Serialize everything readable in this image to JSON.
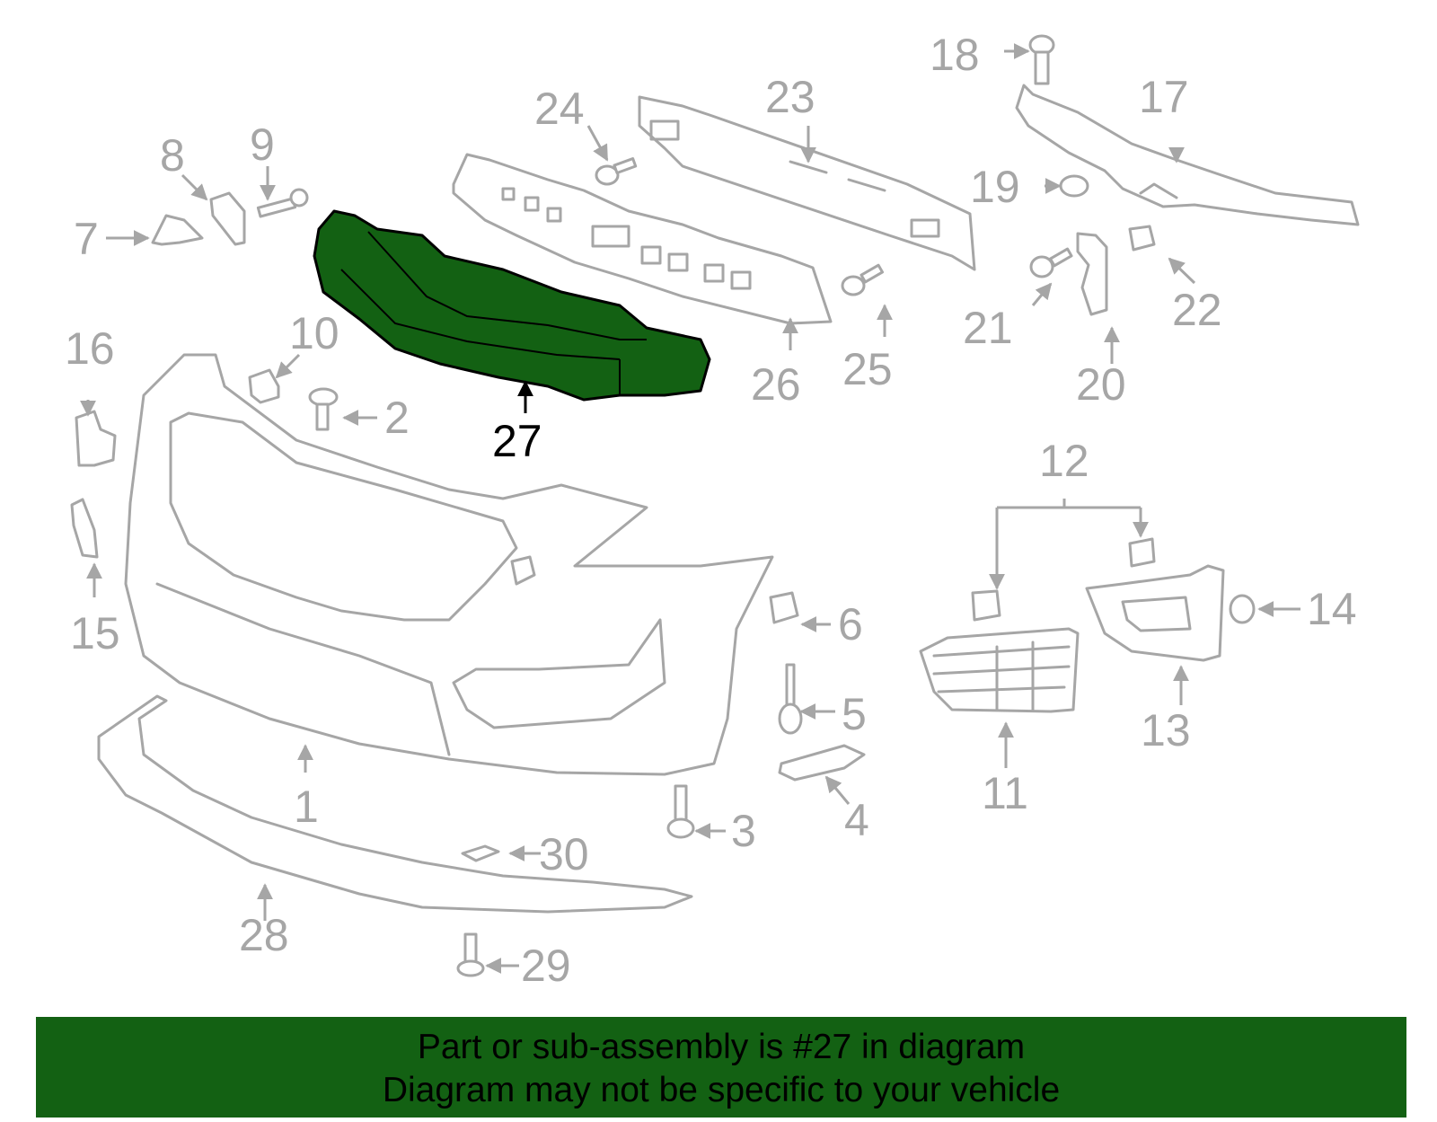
{
  "diagram": {
    "highlight_color": "#136113",
    "part_color": "#a6a6a6",
    "highlighted_part": "27",
    "callouts": [
      "1",
      "2",
      "3",
      "4",
      "5",
      "6",
      "7",
      "8",
      "9",
      "10",
      "11",
      "12",
      "13",
      "14",
      "15",
      "16",
      "17",
      "18",
      "19",
      "20",
      "21",
      "22",
      "23",
      "24",
      "25",
      "26",
      "27",
      "28",
      "29",
      "30"
    ]
  },
  "banner": {
    "line1": "Part or sub-assembly is #27 in diagram",
    "line2": "Diagram may not be specific to your vehicle"
  }
}
